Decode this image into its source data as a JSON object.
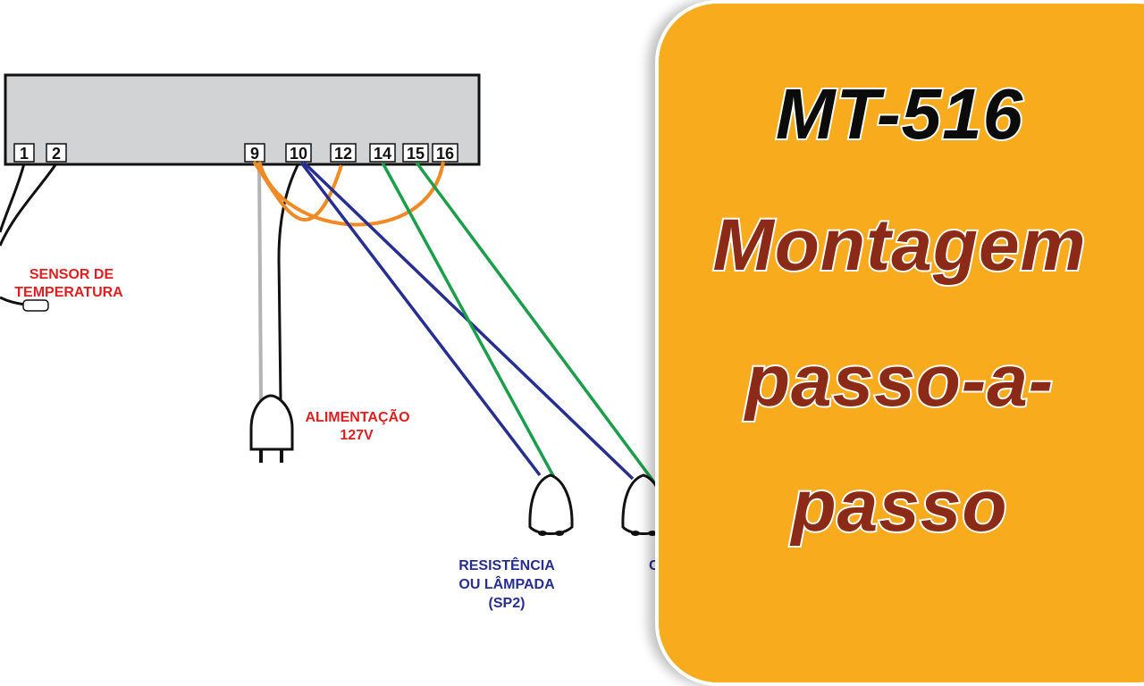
{
  "controller": {
    "terminals": [
      "1",
      "2",
      "9",
      "10",
      "12",
      "14",
      "15",
      "16"
    ]
  },
  "labels": {
    "sensor_line1": "SENSOR DE",
    "sensor_line2": "TEMPERATURA",
    "power_line1": "ALIMENTAÇÃO",
    "power_line2": "127V",
    "load1_line1": "RESISTÊNCIA",
    "load1_line2": "OU LÂMPADA",
    "load1_line3": "(SP2)",
    "load2_partial": "C"
  },
  "wire_colors": {
    "orange": "#f08a24",
    "blue": "#262f8f",
    "green": "#1a9e4a",
    "black": "#111111",
    "gray": "#b4b4b4"
  },
  "title": {
    "code": "MT-516",
    "line1": "Montagem",
    "line2": "passo-a-",
    "line3": "passo"
  },
  "colors": {
    "panel": "#f8ab1c",
    "title_dark": "#0b0b0b",
    "title_brown": "#8b2a16",
    "label_red": "#e02020",
    "label_blue": "#262f8f"
  }
}
